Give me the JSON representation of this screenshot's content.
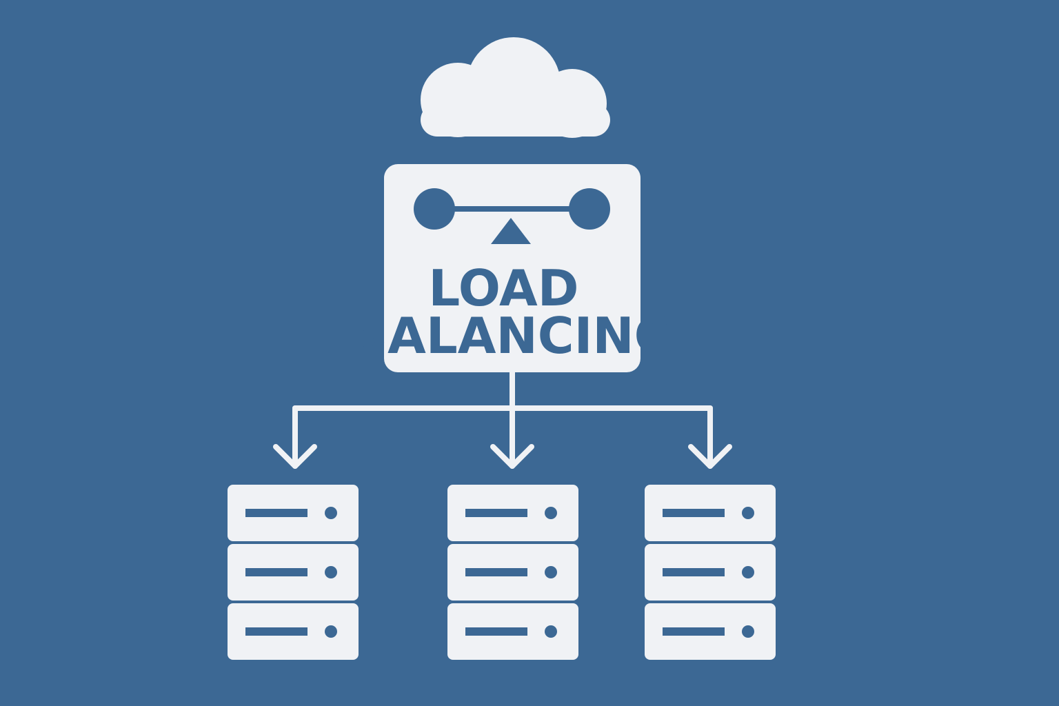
{
  "diagram": {
    "title_line1": "LOAD",
    "title_line2": "BALANCING",
    "nodes": [
      {
        "id": "cloud",
        "icon": "cloud-icon"
      },
      {
        "id": "load-balancer",
        "icon": "balance-scale-icon"
      },
      {
        "id": "server-1",
        "icon": "server-rack-icon",
        "units": 3
      },
      {
        "id": "server-2",
        "icon": "server-rack-icon",
        "units": 3
      },
      {
        "id": "server-3",
        "icon": "server-rack-icon",
        "units": 3
      }
    ],
    "edges": [
      {
        "from": "load-balancer",
        "to": "server-1"
      },
      {
        "from": "load-balancer",
        "to": "server-2"
      },
      {
        "from": "load-balancer",
        "to": "server-3"
      }
    ]
  },
  "colors": {
    "background": "#3c6894",
    "foreground": "#f0f2f5",
    "text": "#3c6894"
  }
}
